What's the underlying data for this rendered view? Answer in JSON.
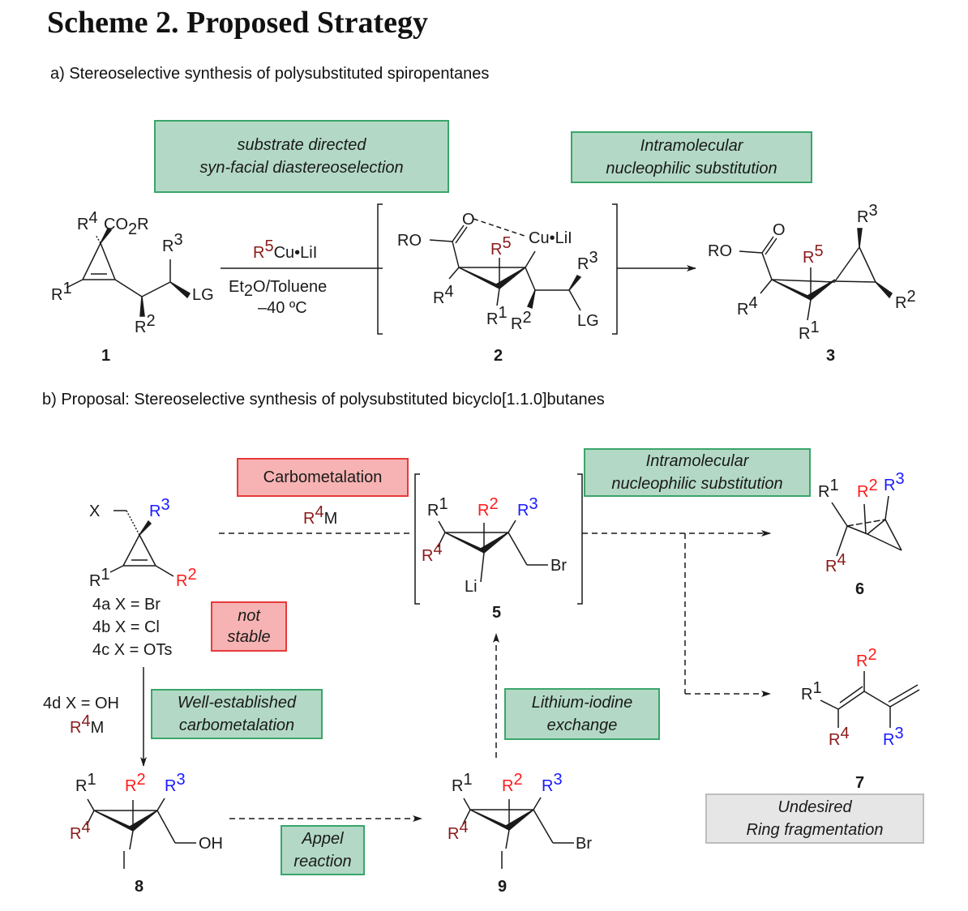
{
  "title": "Scheme 2. Proposed Strategy",
  "section_a": {
    "heading": "a) Stereoselective synthesis of polysubstituted spiropentanes",
    "box_left": {
      "line1": "substrate directed",
      "line2": "syn-facial diastereoselection"
    },
    "box_right": {
      "line1": "Intramolecular",
      "line2": "nucleophilic substitution"
    },
    "reagent": {
      "r": "R",
      "sup": "5",
      "rest": "Cu•LiI"
    },
    "conditions_line1": {
      "a": "Et",
      "sub": "2",
      "b": "O/Toluene"
    },
    "conditions_line2": "–40 ºC",
    "compounds": [
      {
        "id": "1",
        "labels": [
          "R4",
          "CO2R",
          "R3",
          "R1",
          "LG",
          "R2"
        ]
      },
      {
        "id": "2",
        "labels": [
          "RO",
          "O",
          "Cu•LiI",
          "R5",
          "R3",
          "R4",
          "R1",
          "R2",
          "LG"
        ]
      },
      {
        "id": "3",
        "labels": [
          "RO",
          "O",
          "R5",
          "R3",
          "R4",
          "R1",
          "R2"
        ]
      }
    ]
  },
  "section_b": {
    "heading": "b) Proposal: Stereoselective synthesis of polysubstituted bicyclo[1.1.0]butanes",
    "box_carbometalation": "Carbometalation",
    "box_not_stable": {
      "line1": "not",
      "line2": "stable"
    },
    "box_intramolecular": {
      "line1": "Intramolecular",
      "line2": "nucleophilic substitution"
    },
    "box_well_established": {
      "line1": "Well-established",
      "line2": "carbometalation"
    },
    "box_lithium_iodine": {
      "line1": "Lithium-iodine",
      "line2": "exchange"
    },
    "box_appel": {
      "line1": "Appel",
      "line2": "reaction"
    },
    "box_undesired": {
      "line1": "Undesired",
      "line2": "Ring fragmentation"
    },
    "reagent_top": {
      "r": "R",
      "sup": "4",
      "rest": "M"
    },
    "reagent_side": {
      "r": "R",
      "sup": "4",
      "rest": "M"
    },
    "variants": [
      {
        "id": "4a",
        "text": "X = Br"
      },
      {
        "id": "4b",
        "text": "X = Cl"
      },
      {
        "id": "4c",
        "text": "X = OTs"
      },
      {
        "id": "4d",
        "text": "X = OH"
      }
    ],
    "compounds": [
      {
        "id": "5",
        "labels": [
          "R1",
          "R2",
          "R3",
          "R4",
          "Li",
          "Br"
        ]
      },
      {
        "id": "6",
        "labels": [
          "R1",
          "R2",
          "R3",
          "R4"
        ]
      },
      {
        "id": "7",
        "labels": [
          "R1",
          "R2",
          "R3",
          "R4"
        ]
      },
      {
        "id": "8",
        "labels": [
          "R1",
          "R2",
          "R3",
          "R4",
          "I",
          "OH"
        ]
      },
      {
        "id": "9",
        "labels": [
          "R1",
          "R2",
          "R3",
          "R4",
          "I",
          "Br"
        ]
      }
    ]
  },
  "colors": {
    "green_box_fill": "#b3d9c6",
    "green_box_border": "#3aa56a",
    "red_box_fill": "#f7b3b3",
    "red_box_border": "#e83a3a",
    "grey_box_fill": "#e6e6e6",
    "r_dark_red": "#8b1a1a",
    "r_red": "#ff1a1a",
    "r_blue": "#1a1aff"
  }
}
